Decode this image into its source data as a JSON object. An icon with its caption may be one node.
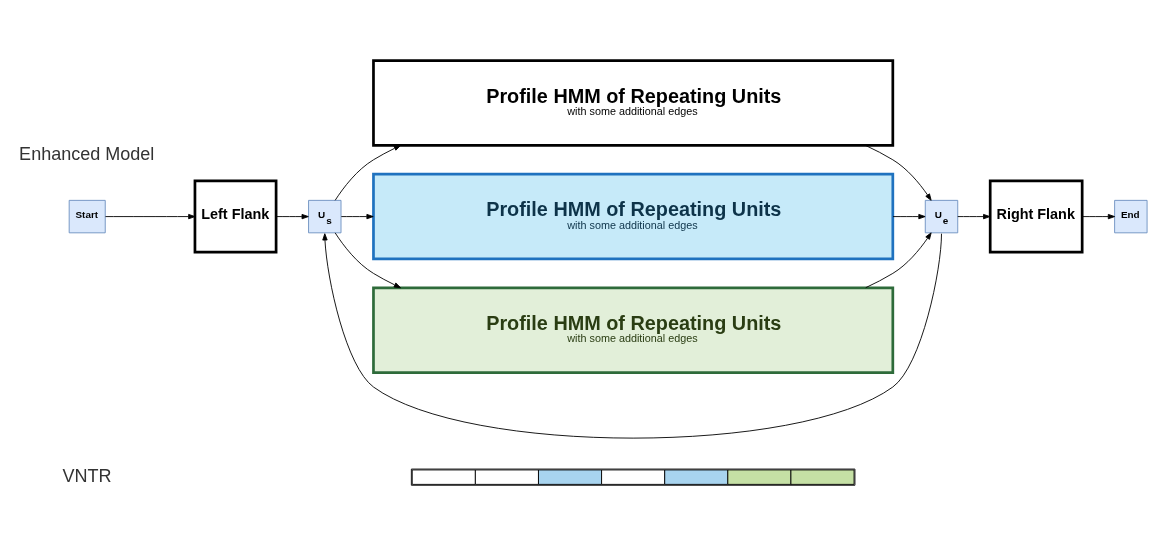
{
  "diagram": {
    "nodes": [
      {
        "text": [],
        "shape": "bar"
      },
      {
        "text": [
          "Start"
        ]
      },
      {
        "text": [
          "Left Flank"
        ]
      },
      {
        "text": [
          "U$_{s}$"
        ]
      },
      {
        "text": [
          "Profile HMM of Repeating Units",
          "with some additional edges"
        ]
      },
      {
        "text": [
          "Profile HMM of Repeating Units",
          "with some additional edges"
        ]
      },
      {
        "text": [
          "Profile HMM of Repeating Units",
          "with some additional edges"
        ]
      },
      {
        "text": [
          "U$_{e}$"
        ]
      },
      {
        "text": [
          "Right Flank"
        ]
      },
      {
        "text": [
          "End"
        ]
      }
    ],
    "edges": [
      {
        "from": 1,
        "to": 2,
        "arrow": "to"
      },
      {
        "from": 2,
        "to": 3,
        "arrow": "to"
      },
      {
        "from": 3,
        "to": 4,
        "arrow": "to"
      },
      {
        "from": 3,
        "to": 5,
        "arrow": "to"
      },
      {
        "from": 3,
        "to": 6,
        "arrow": "to"
      },
      {
        "from": 4,
        "to": 7,
        "arrow": "to"
      },
      {
        "from": 5,
        "to": 7,
        "arrow": "to"
      },
      {
        "from": 6,
        "to": 7,
        "arrow": "to"
      },
      {
        "from": 7,
        "to": 8,
        "arrow": "to"
      },
      {
        "from": 8,
        "to": 9,
        "arrow": "to"
      },
      {
        "from": 7,
        "to": 3,
        "arrow": "to"
      }
    ],
    "labels": [
      "VNTR",
      "Enhanced Model"
    ]
  }
}
